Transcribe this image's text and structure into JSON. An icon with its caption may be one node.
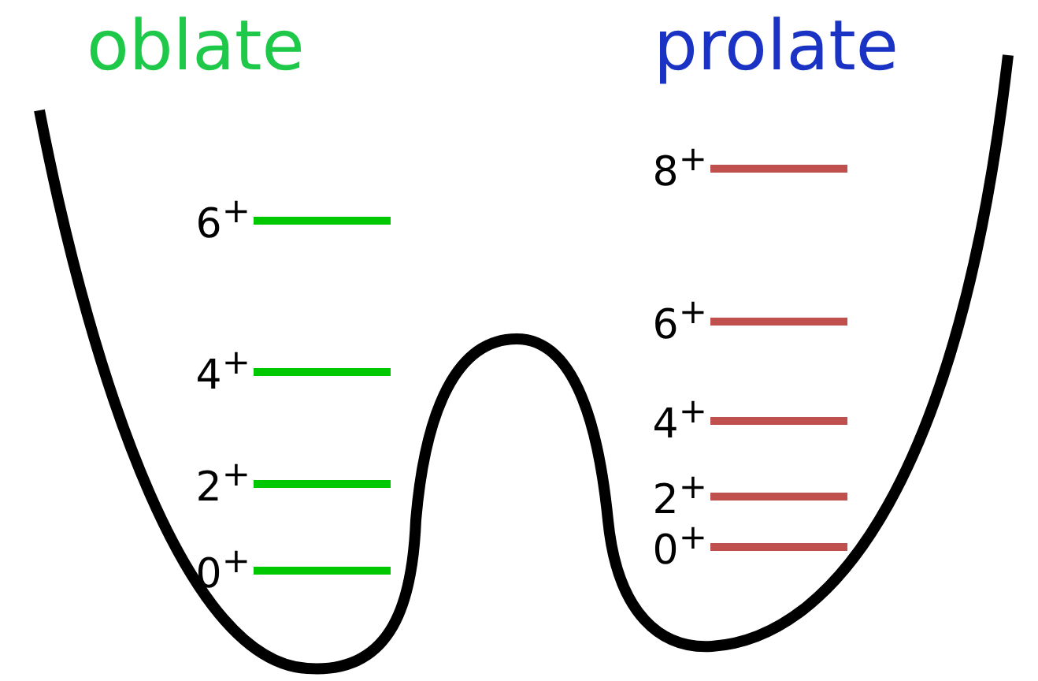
{
  "diagram": {
    "labels": [
      "oblate",
      "6$^{+}$",
      "4$^{+}$",
      "2$^{+}$",
      "0$^{+}$",
      "prolate",
      "8$^{+}$",
      "6$^{+}$",
      "4$^{+}$",
      "2$^{+}$",
      "0$^{+}$"
    ]
  }
}
